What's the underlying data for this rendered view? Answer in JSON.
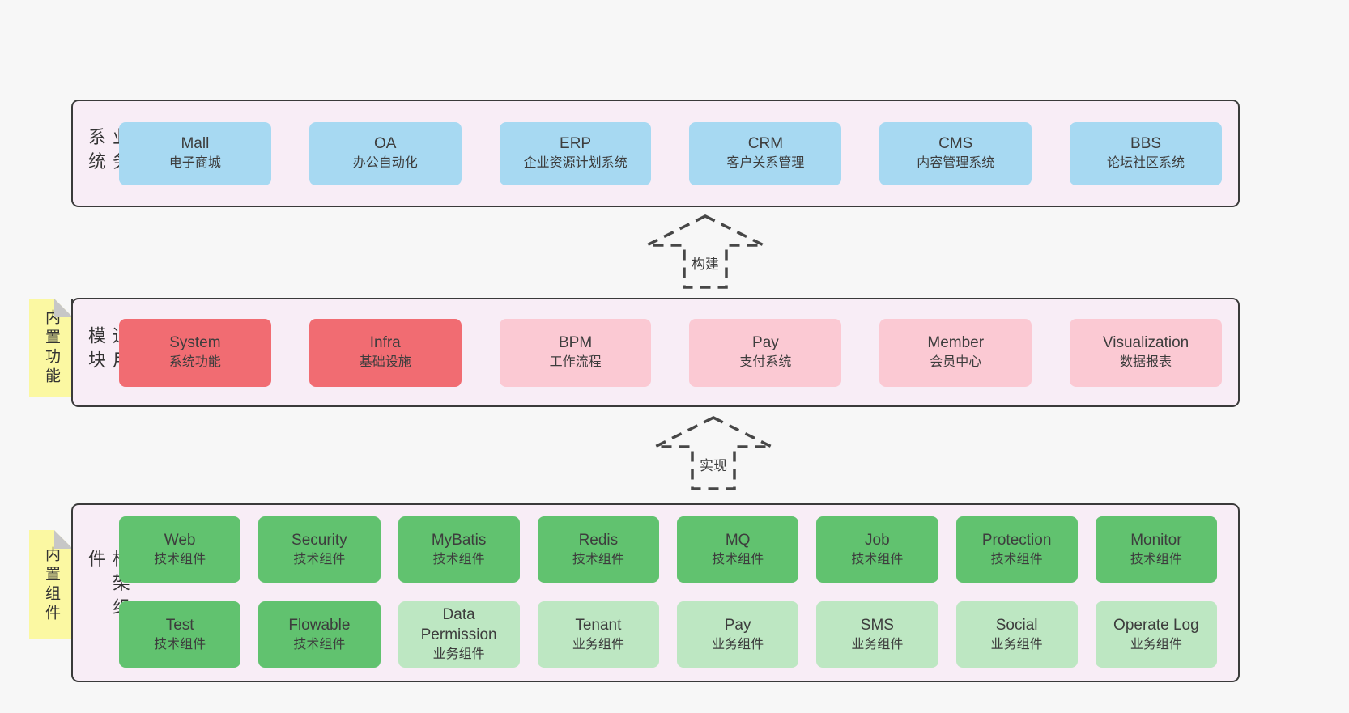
{
  "colors": {
    "page_bg": "#f7f7f7",
    "band_bg": "#f8edf6",
    "band_border": "#3a3a3a",
    "business_box_blue": "#a7d9f2",
    "core_module_red": "#f16c72",
    "module_pink": "#fbc9d3",
    "technical_green": "#61c26f",
    "business_light_green": "#bde7c2",
    "note_yellow": "#fbf8a2"
  },
  "bands": [
    {
      "label": "业务系统",
      "boxes": [
        {
          "en": "Mall",
          "cn": "电子商城"
        },
        {
          "en": "OA",
          "cn": "办公自动化"
        },
        {
          "en": "ERP",
          "cn": "企业资源计划系统"
        },
        {
          "en": "CRM",
          "cn": "客户关系管理"
        },
        {
          "en": "CMS",
          "cn": "内容管理系统"
        },
        {
          "en": "BBS",
          "cn": "论坛社区系统"
        }
      ]
    },
    {
      "label": "通用模块",
      "note": "内置功能",
      "boxes": [
        {
          "en": "System",
          "cn": "系统功能"
        },
        {
          "en": "Infra",
          "cn": "基础设施"
        },
        {
          "en": "BPM",
          "cn": "工作流程"
        },
        {
          "en": "Pay",
          "cn": "支付系统"
        },
        {
          "en": "Member",
          "cn": "会员中心"
        },
        {
          "en": "Visualization",
          "cn": "数据报表"
        }
      ]
    },
    {
      "label": "框架组件",
      "note": "内置组件",
      "rows": [
        [
          {
            "en": "Web",
            "cn": "技术组件"
          },
          {
            "en": "Security",
            "cn": "技术组件"
          },
          {
            "en": "MyBatis",
            "cn": "技术组件"
          },
          {
            "en": "Redis",
            "cn": "技术组件"
          },
          {
            "en": "MQ",
            "cn": "技术组件"
          },
          {
            "en": "Job",
            "cn": "技术组件"
          },
          {
            "en": "Protection",
            "cn": "技术组件"
          },
          {
            "en": "Monitor",
            "cn": "技术组件"
          }
        ],
        [
          {
            "en": "Test",
            "cn": "技术组件"
          },
          {
            "en": "Flowable",
            "cn": "技术组件"
          },
          {
            "en": "Data Permission",
            "cn": "业务组件"
          },
          {
            "en": "Tenant",
            "cn": "业务组件"
          },
          {
            "en": "Pay",
            "cn": "业务组件"
          },
          {
            "en": "SMS",
            "cn": "业务组件"
          },
          {
            "en": "Social",
            "cn": "业务组件"
          },
          {
            "en": "Operate Log",
            "cn": "业务组件"
          }
        ]
      ]
    }
  ],
  "arrows": [
    {
      "label": "构建"
    },
    {
      "label": "实现"
    }
  ]
}
